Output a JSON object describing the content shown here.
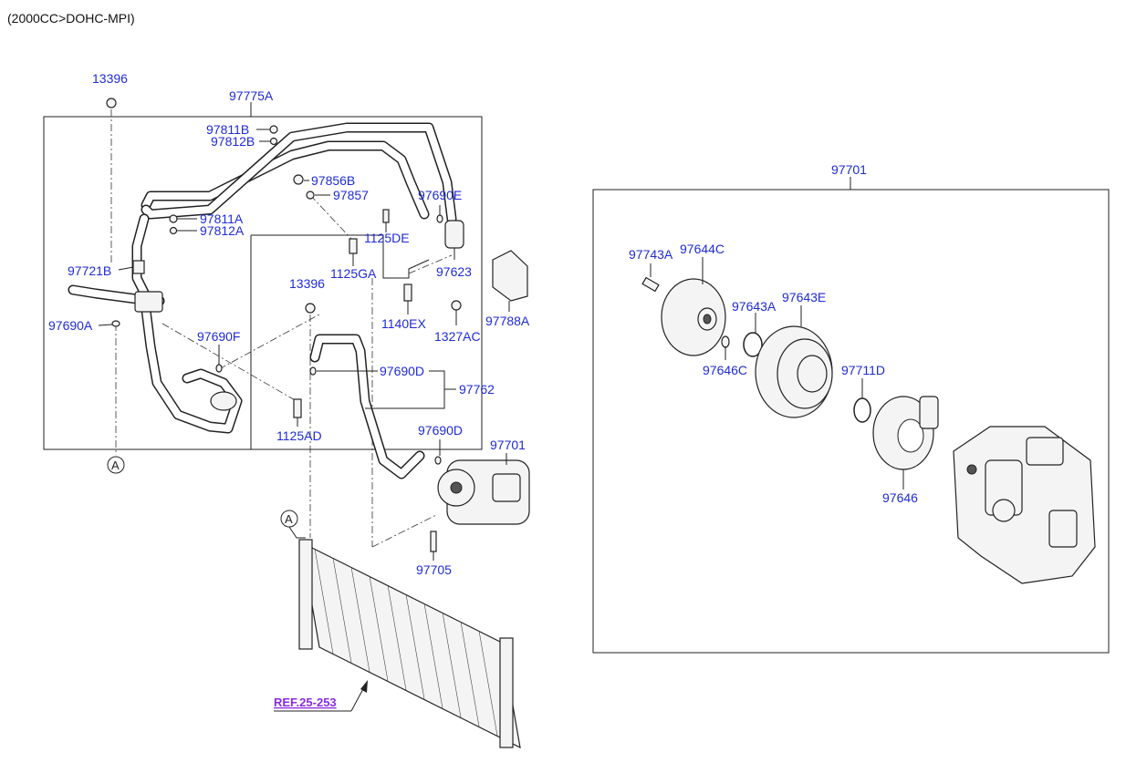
{
  "header": {
    "spec": "(2000CC>DOHC-MPI)"
  },
  "ref": {
    "label": "REF.25-253"
  },
  "callouts": {
    "a": "A"
  },
  "parts": {
    "p13396_top": "13396",
    "p97775A": "97775A",
    "p97811B": "97811B",
    "p97812B": "97812B",
    "p97856B": "97856B",
    "p97857": "97857",
    "p97690E": "97690E",
    "p97811A": "97811A",
    "p97812A": "97812A",
    "p1125DE": "1125DE",
    "p1125GA": "1125GA",
    "p97623": "97623",
    "p97721B": "97721B",
    "p13396_mid": "13396",
    "p1140EX": "1140EX",
    "p1327AC": "1327AC",
    "p97788A": "97788A",
    "p97690A": "97690A",
    "p97690F": "97690F",
    "p97690D_a": "97690D",
    "p97762": "97762",
    "p1125AD": "1125AD",
    "p97690D_b": "97690D",
    "p97701_left": "97701",
    "p97705": "97705",
    "p97701_right": "97701",
    "p97743A": "97743A",
    "p97644C": "97644C",
    "p97643A": "97643A",
    "p97643E": "97643E",
    "p97646C": "97646C",
    "p97711D": "97711D",
    "p97646": "97646"
  }
}
